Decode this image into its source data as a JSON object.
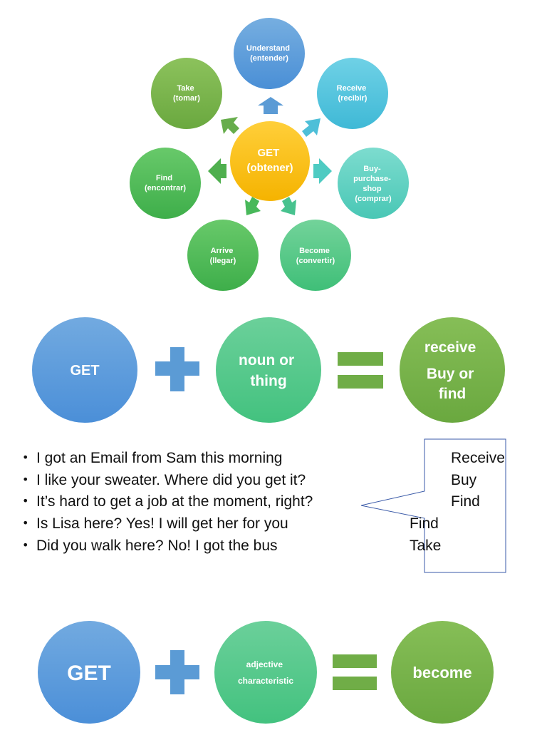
{
  "cycle": {
    "center": {
      "lines": [
        "GET",
        "(obtener)"
      ]
    },
    "nodes": [
      {
        "id": "understand",
        "lines": [
          "Understand",
          "(entender)"
        ]
      },
      {
        "id": "receive",
        "lines": [
          "Receive",
          "(recibir)"
        ]
      },
      {
        "id": "buy",
        "lines": [
          "Buy-",
          "purchase-",
          "shop",
          "(comprar)"
        ]
      },
      {
        "id": "become",
        "lines": [
          "Become",
          "(convertir)"
        ]
      },
      {
        "id": "arrive",
        "lines": [
          "Arrive",
          "(llegar)"
        ]
      },
      {
        "id": "find",
        "lines": [
          "Find",
          "(encontrar)"
        ]
      },
      {
        "id": "take",
        "lines": [
          "Take",
          "(tomar)"
        ]
      }
    ]
  },
  "equation1": {
    "left": [
      "GET"
    ],
    "middle": [
      "noun or",
      "thing"
    ],
    "result": [
      "receive",
      "Buy or",
      "find"
    ]
  },
  "sentences": [
    {
      "text": "I got an Email from Sam this morning",
      "meaning": "Receive"
    },
    {
      "text": "I like your sweater. Where did you get it?",
      "meaning": "Buy"
    },
    {
      "text": "It’s hard to get a job at the moment, right?",
      "meaning": "Find"
    },
    {
      "text": "Is Lisa here?   Yes! I will get her for you",
      "meaning": "Find"
    },
    {
      "text": "Did you walk here?    No! I got the bus",
      "meaning": "Take"
    }
  ],
  "equation2": {
    "left": [
      "GET"
    ],
    "middle": [
      "adjective",
      "characteristic"
    ],
    "result": [
      "become"
    ]
  },
  "colors": {
    "blue": "#5b9bd5",
    "orange": "#ffc000",
    "green": "#70ad47",
    "teal": "#4ecbc2",
    "callout": "#2e4ea3"
  }
}
